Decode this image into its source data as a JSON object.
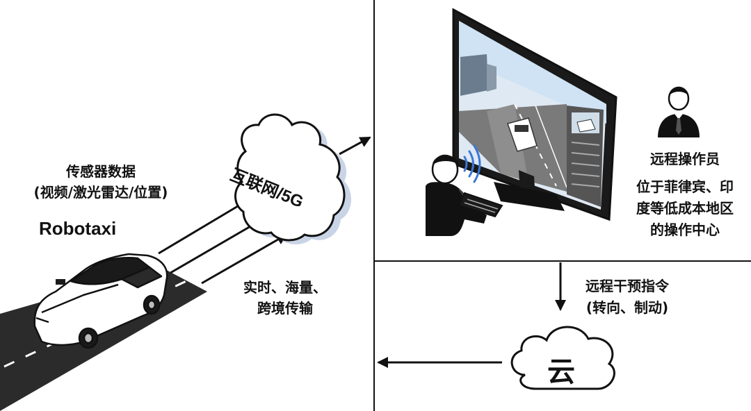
{
  "left_panel": {
    "sensor_title": "传感器数据",
    "sensor_detail": "(视频/激光雷达/位置)",
    "vehicle_label": "Robotaxi",
    "network_label": "互联网/5G",
    "transfer_line1": "实时、海量、",
    "transfer_line2": "跨境传输"
  },
  "right_top_panel": {
    "operator_title": "远程操作员",
    "operator_desc_line1": "位于菲律宾、印",
    "operator_desc_line2": "度等低成本地区",
    "operator_desc_line3": "的操作中心"
  },
  "right_bottom_panel": {
    "command_line1": "远程干预指令",
    "command_line2": "(转向、制动)",
    "cloud_label": "云"
  },
  "icons": [
    "car-icon",
    "cloud-icon",
    "monitor-icon",
    "operator-icon",
    "person-icon",
    "wifi-icon",
    "keyboard-icon",
    "arrow-icon"
  ],
  "colors": {
    "line": "#111111",
    "road": "#2a2a2a",
    "cloud_shadow": "#c9d4e6",
    "screen_sky": "#cfe3f5"
  }
}
